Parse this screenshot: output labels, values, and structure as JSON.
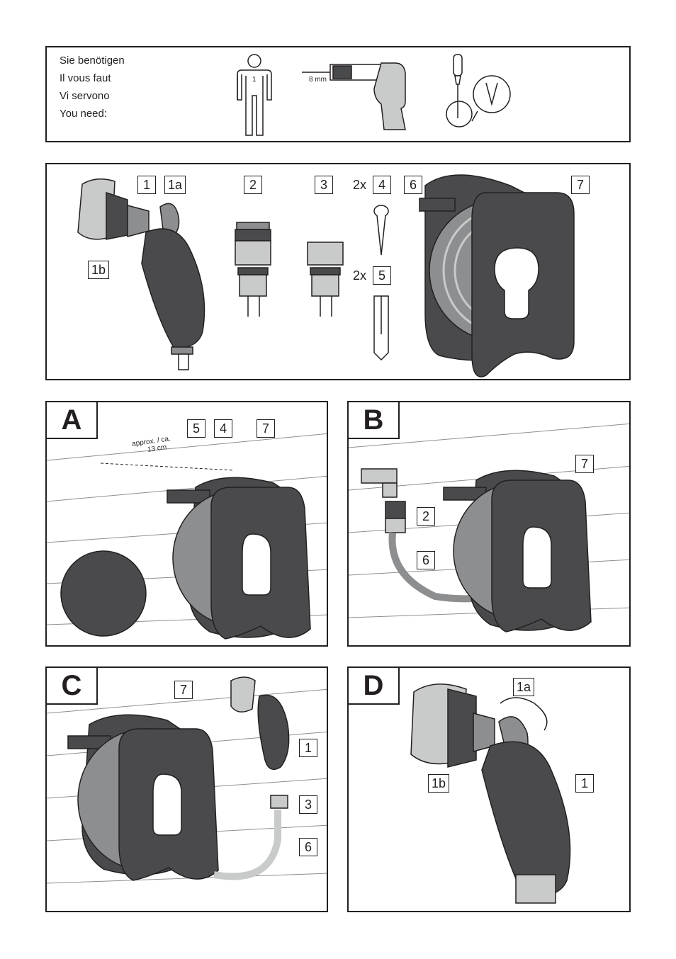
{
  "needs": {
    "lines": [
      "Sie benötigen",
      "Il vous faut",
      "Vi servono",
      "You need:"
    ],
    "person_count": "1",
    "drill_size": "8 mm"
  },
  "parts": {
    "labels": [
      "1",
      "1a",
      "1b",
      "2",
      "3",
      "4",
      "5",
      "6",
      "7"
    ],
    "qty_4": "2x",
    "qty_5": "2x"
  },
  "panel_a": {
    "letter": "A",
    "distance_line1": "approx. / ca.",
    "distance_line2": "13 cm",
    "labels": [
      "5",
      "4",
      "7"
    ]
  },
  "panel_b": {
    "letter": "B",
    "labels": [
      "7",
      "2",
      "6"
    ]
  },
  "panel_c": {
    "letter": "C",
    "labels": [
      "7",
      "1",
      "3",
      "6"
    ]
  },
  "panel_d": {
    "letter": "D",
    "labels": [
      "1a",
      "1b",
      "1"
    ]
  },
  "colors": {
    "dark": "#4a4a4d",
    "mid": "#8d8e90",
    "light": "#c9caca",
    "line": "#231f20"
  }
}
